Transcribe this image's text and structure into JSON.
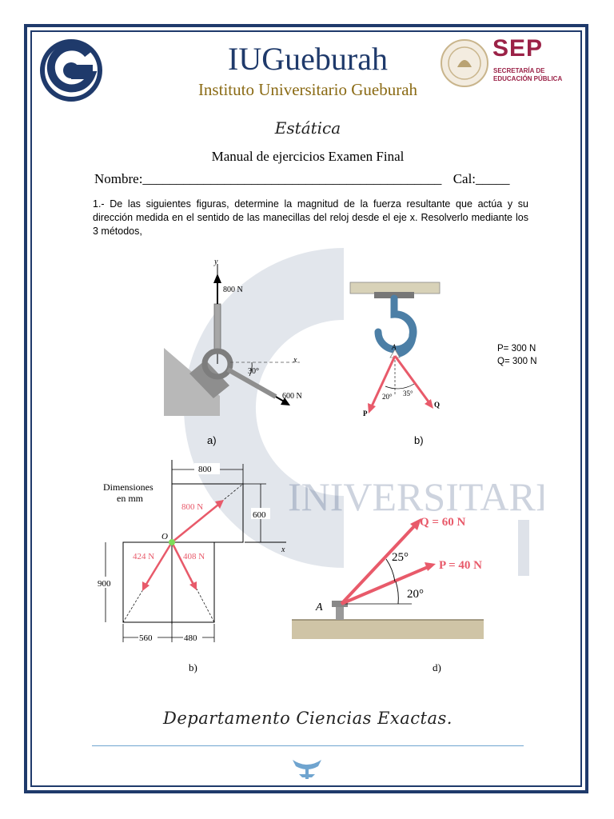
{
  "header": {
    "title": "IUGueburah",
    "subtitle": "Instituto Universitario Gueburah",
    "sep_logo": "SEP",
    "sep_line1": "SECRETARÍA DE",
    "sep_line2": "EDUCACIÓN PÚBLICA"
  },
  "document": {
    "subject": "Estática",
    "manual_title": "Manual de ejercicios Examen Final",
    "name_label": "Nombre:____________________________________________",
    "grade_label": "Cal:_____",
    "question": "1.- De las siguientes figuras, determine la magnitud de la fuerza resultante que actúa y su dirección medida en el sentido de las manecillas del reloj desde el eje x. Resolverlo mediante los 3 métodos,"
  },
  "fig_a": {
    "caption": "a)",
    "axis_y": "y",
    "axis_x": "x",
    "force_up": "800 N",
    "force_diag": "600 N",
    "angle": "30°"
  },
  "fig_b": {
    "caption": "b)",
    "point": "A",
    "force_p": "P",
    "force_q": "Q",
    "angle_p": "20°",
    "angle_q": "35°",
    "p_value": "P= 300 N",
    "q_value": "Q= 300 N"
  },
  "fig_c": {
    "caption": "b)",
    "dim_title": "Dimensiones",
    "dim_units": "en mm",
    "dim_800": "800",
    "dim_600": "600",
    "dim_900": "900",
    "dim_560": "560",
    "dim_480": "480",
    "origin": "O",
    "axis_x": "x",
    "force_800": "800 N",
    "force_424": "424 N",
    "force_408": "408 N"
  },
  "fig_d": {
    "caption": "d)",
    "force_q": "Q = 60 N",
    "force_p": "P = 40 N",
    "angle_25": "25°",
    "angle_20": "20°",
    "point": "A"
  },
  "watermark": {
    "text": "INIVERSITARIO"
  },
  "footer": {
    "department": "Departamento Ciencias Exactas."
  },
  "colors": {
    "navy": "#1f3a6b",
    "gold": "#8a6a14",
    "sep_maroon": "#9b2247",
    "force_red": "#e85a6a",
    "rule_blue": "#6fa4cf"
  }
}
